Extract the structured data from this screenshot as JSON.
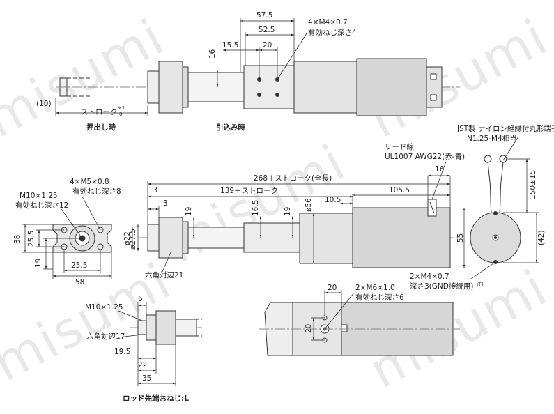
{
  "watermark": "misumi",
  "labels": {
    "push_out": "押出し時",
    "pull_in": "引込み時",
    "rod_end": "ロッド先端おねじ:L",
    "stroke_tol": "ストローク",
    "tol_sup": "+1",
    "tol_sub": "0",
    "m4_thread": "4×M4×0.7",
    "m4_depth": "有効ねじ深さ4",
    "m5_thread": "4×M5×0.8",
    "m5_depth": "有効ねじ深さ8",
    "m10_thread": "M10×1.25",
    "m10_depth": "有効ねじ深さ12",
    "hex21": "六角対辺21",
    "hex17": "六角対辺17",
    "m10b": "M10×1.25",
    "m6_thread": "2×M6×1.0",
    "m6_depth": "有効ねじ深さ6",
    "m4gnd_thread": "2×M4×0.7",
    "m4gnd_depth": "深さ3(GND接続用)",
    "m4gnd_note": "注)",
    "lead_wire": "リード線",
    "ul1007": "UL1007 AWG22(赤-青)",
    "jst1": "JST製 ナイロン絶縁付丸形端子",
    "jst2": "N1.25-M4相当",
    "overall": "268＋ストローク(全長)",
    "stroke139": "139＋ストローク"
  },
  "dims": {
    "d57_5": "57.5",
    "d52_5": "52.5",
    "d15_5": "15.5",
    "d20a": "20",
    "d16a": "16",
    "d10": "(10)",
    "d16b": "16",
    "d13": "13",
    "d3": "3",
    "d19a": "19",
    "d16_5": "16.5",
    "d19b": "19",
    "d56": "ø56",
    "d10_5": "10.5",
    "d105_5": "105.5",
    "d55": "55",
    "d27_5": "ø27.5",
    "d22": "ø22",
    "d150": "150±15",
    "d42": "(42)",
    "d38": "38",
    "d25_5a": "25.5",
    "d19c": "19",
    "d25_5b": "25.5",
    "d58": "58",
    "d6": "6",
    "d19_5": "19.5",
    "d22b": "22",
    "d35": "35",
    "d20b": "20",
    "d20c": "20"
  }
}
